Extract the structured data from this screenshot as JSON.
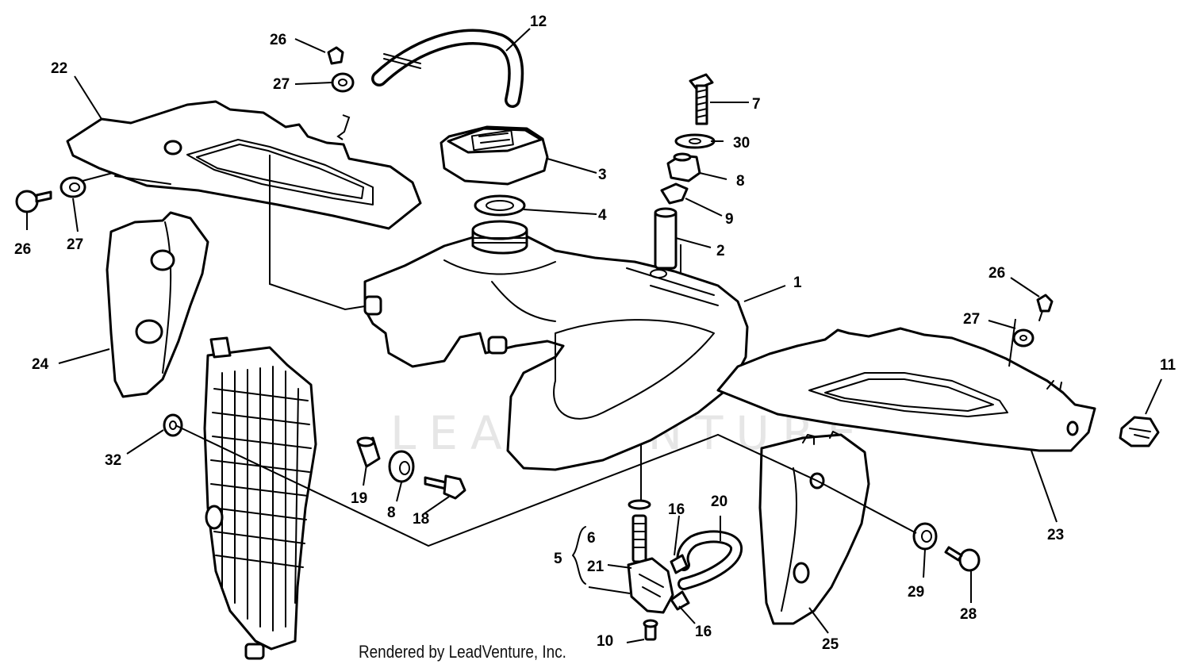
{
  "watermark": "LEADVENTURE",
  "credit": "Rendered by LeadVenture, Inc.",
  "labels": {
    "1": "1",
    "2": "2",
    "3": "3",
    "4": "4",
    "5": "5",
    "6": "6",
    "7": "7",
    "8a": "8",
    "8b": "8",
    "9a": "9",
    "10": "10",
    "11": "11",
    "12": "12",
    "16a": "16",
    "16b": "16",
    "18": "18",
    "19": "19",
    "20": "20",
    "21": "21",
    "22": "22",
    "23": "23",
    "24": "24",
    "25": "25",
    "26a": "26",
    "26b": "26",
    "26c": "26",
    "27a": "27",
    "27b": "27",
    "27c": "27",
    "28": "28",
    "29": "29",
    "30": "30",
    "32": "32"
  }
}
